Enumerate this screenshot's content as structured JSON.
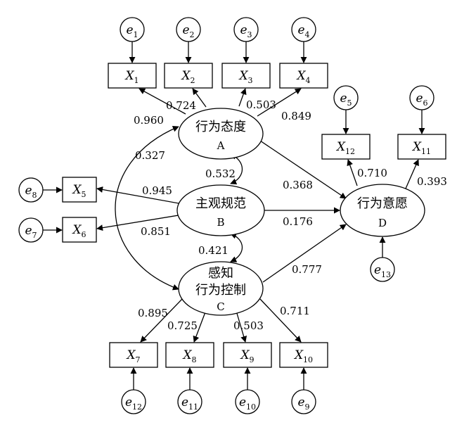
{
  "latents": {
    "A": {
      "name": "行为态度",
      "letter": "A"
    },
    "B": {
      "name": "主观规范",
      "letter": "B"
    },
    "C": {
      "name_line1": "感知",
      "name_line2": "行为控制",
      "letter": "C"
    },
    "D": {
      "name": "行为意愿",
      "letter": "D"
    }
  },
  "indicators": [
    {
      "id": "X1",
      "main": "X",
      "sub": "1"
    },
    {
      "id": "X2",
      "main": "X",
      "sub": "2"
    },
    {
      "id": "X3",
      "main": "X",
      "sub": "3"
    },
    {
      "id": "X4",
      "main": "X",
      "sub": "4"
    },
    {
      "id": "X5",
      "main": "X",
      "sub": "5"
    },
    {
      "id": "X6",
      "main": "X",
      "sub": "6"
    },
    {
      "id": "X7",
      "main": "X",
      "sub": "7"
    },
    {
      "id": "X8",
      "main": "X",
      "sub": "8"
    },
    {
      "id": "X9",
      "main": "X",
      "sub": "9"
    },
    {
      "id": "X10",
      "main": "X",
      "sub": "10"
    },
    {
      "id": "X11",
      "main": "X",
      "sub": "11"
    },
    {
      "id": "X12",
      "main": "X",
      "sub": "12"
    }
  ],
  "errors": [
    {
      "id": "e1",
      "main": "e",
      "sub": "1"
    },
    {
      "id": "e2",
      "main": "e",
      "sub": "2"
    },
    {
      "id": "e3",
      "main": "e",
      "sub": "3"
    },
    {
      "id": "e4",
      "main": "e",
      "sub": "4"
    },
    {
      "id": "e5",
      "main": "e",
      "sub": "5"
    },
    {
      "id": "e6",
      "main": "e",
      "sub": "6"
    },
    {
      "id": "e7",
      "main": "e",
      "sub": "7"
    },
    {
      "id": "e8",
      "main": "e",
      "sub": "8"
    },
    {
      "id": "e9",
      "main": "e",
      "sub": "9"
    },
    {
      "id": "e10",
      "main": "e",
      "sub": "10"
    },
    {
      "id": "e11",
      "main": "e",
      "sub": "11"
    },
    {
      "id": "e12",
      "main": "e",
      "sub": "12"
    },
    {
      "id": "e13",
      "main": "e",
      "sub": "13"
    }
  ],
  "loadings": {
    "A_X1": "0.960",
    "A_X2": "0.724",
    "A_X3": "0.503",
    "A_X4": "0.849",
    "B_X5": "0.945",
    "B_X6": "0.851",
    "C_X7": "0.895",
    "C_X8": "0.725",
    "C_X9": "0.503",
    "C_X10": "0.711",
    "D_X12": "0.710",
    "D_X11": "0.393"
  },
  "paths": {
    "A_D": "0.368",
    "B_D": "0.176",
    "C_D": "0.777"
  },
  "correlations": {
    "A_B": "0.532",
    "B_C": "0.421",
    "A_C": "0.327"
  }
}
